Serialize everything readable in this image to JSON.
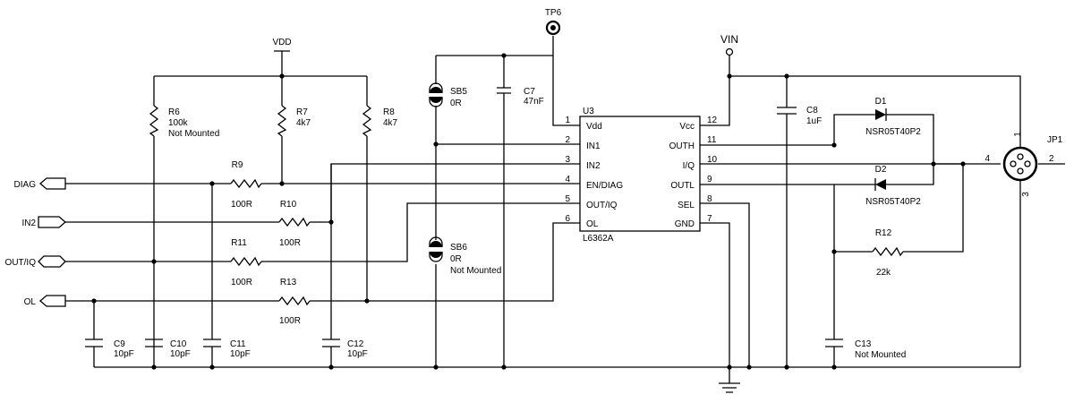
{
  "rails": {
    "vdd": "VDD",
    "vin": "VIN",
    "tp6": "TP6"
  },
  "ports": {
    "diag": "DIAG",
    "in2": "IN2",
    "out_iq": "OUT/IQ",
    "ol": "OL"
  },
  "ic": {
    "ref": "U3",
    "part": "L6362A",
    "left_pins": [
      {
        "num": "1",
        "name": "Vdd"
      },
      {
        "num": "2",
        "name": "IN1"
      },
      {
        "num": "3",
        "name": "IN2"
      },
      {
        "num": "4",
        "name": "EN/DIAG"
      },
      {
        "num": "5",
        "name": "OUT/IQ"
      },
      {
        "num": "6",
        "name": "OL"
      }
    ],
    "right_pins": [
      {
        "num": "12",
        "name": "Vcc"
      },
      {
        "num": "11",
        "name": "OUTH"
      },
      {
        "num": "10",
        "name": "I/Q"
      },
      {
        "num": "9",
        "name": "OUTL"
      },
      {
        "num": "8",
        "name": "SEL"
      },
      {
        "num": "7",
        "name": "GND"
      }
    ]
  },
  "resistors": {
    "r6": {
      "ref": "R6",
      "value": "100k",
      "note": "Not Mounted"
    },
    "r7": {
      "ref": "R7",
      "value": "4k7"
    },
    "r8": {
      "ref": "R8",
      "value": "4k7"
    },
    "r9": {
      "ref": "R9",
      "value": "100R"
    },
    "r10": {
      "ref": "R10",
      "value": "100R"
    },
    "r11": {
      "ref": "R11",
      "value": "100R"
    },
    "r13": {
      "ref": "R13",
      "value": "100R"
    },
    "r12": {
      "ref": "R12",
      "value": "22k"
    }
  },
  "capacitors": {
    "c7": {
      "ref": "C7",
      "value": "47nF"
    },
    "c8": {
      "ref": "C8",
      "value": "1uF"
    },
    "c9": {
      "ref": "C9",
      "value": "10pF"
    },
    "c10": {
      "ref": "C10",
      "value": "10pF"
    },
    "c11": {
      "ref": "C11",
      "value": "10pF"
    },
    "c12": {
      "ref": "C12",
      "value": "10pF"
    },
    "c13": {
      "ref": "C13",
      "value": "Not Mounted"
    }
  },
  "solder_bridges": {
    "sb5": {
      "ref": "SB5",
      "value": "0R"
    },
    "sb6": {
      "ref": "SB6",
      "value": "0R",
      "note": "Not Mounted"
    }
  },
  "diodes": {
    "d1": {
      "ref": "D1",
      "part": "NSR05T40P2"
    },
    "d2": {
      "ref": "D2",
      "part": "NSR05T40P2"
    }
  },
  "connector": {
    "ref": "JP1",
    "pin1": "1",
    "pin2": "2",
    "pin3": "3",
    "pin4": "4"
  }
}
